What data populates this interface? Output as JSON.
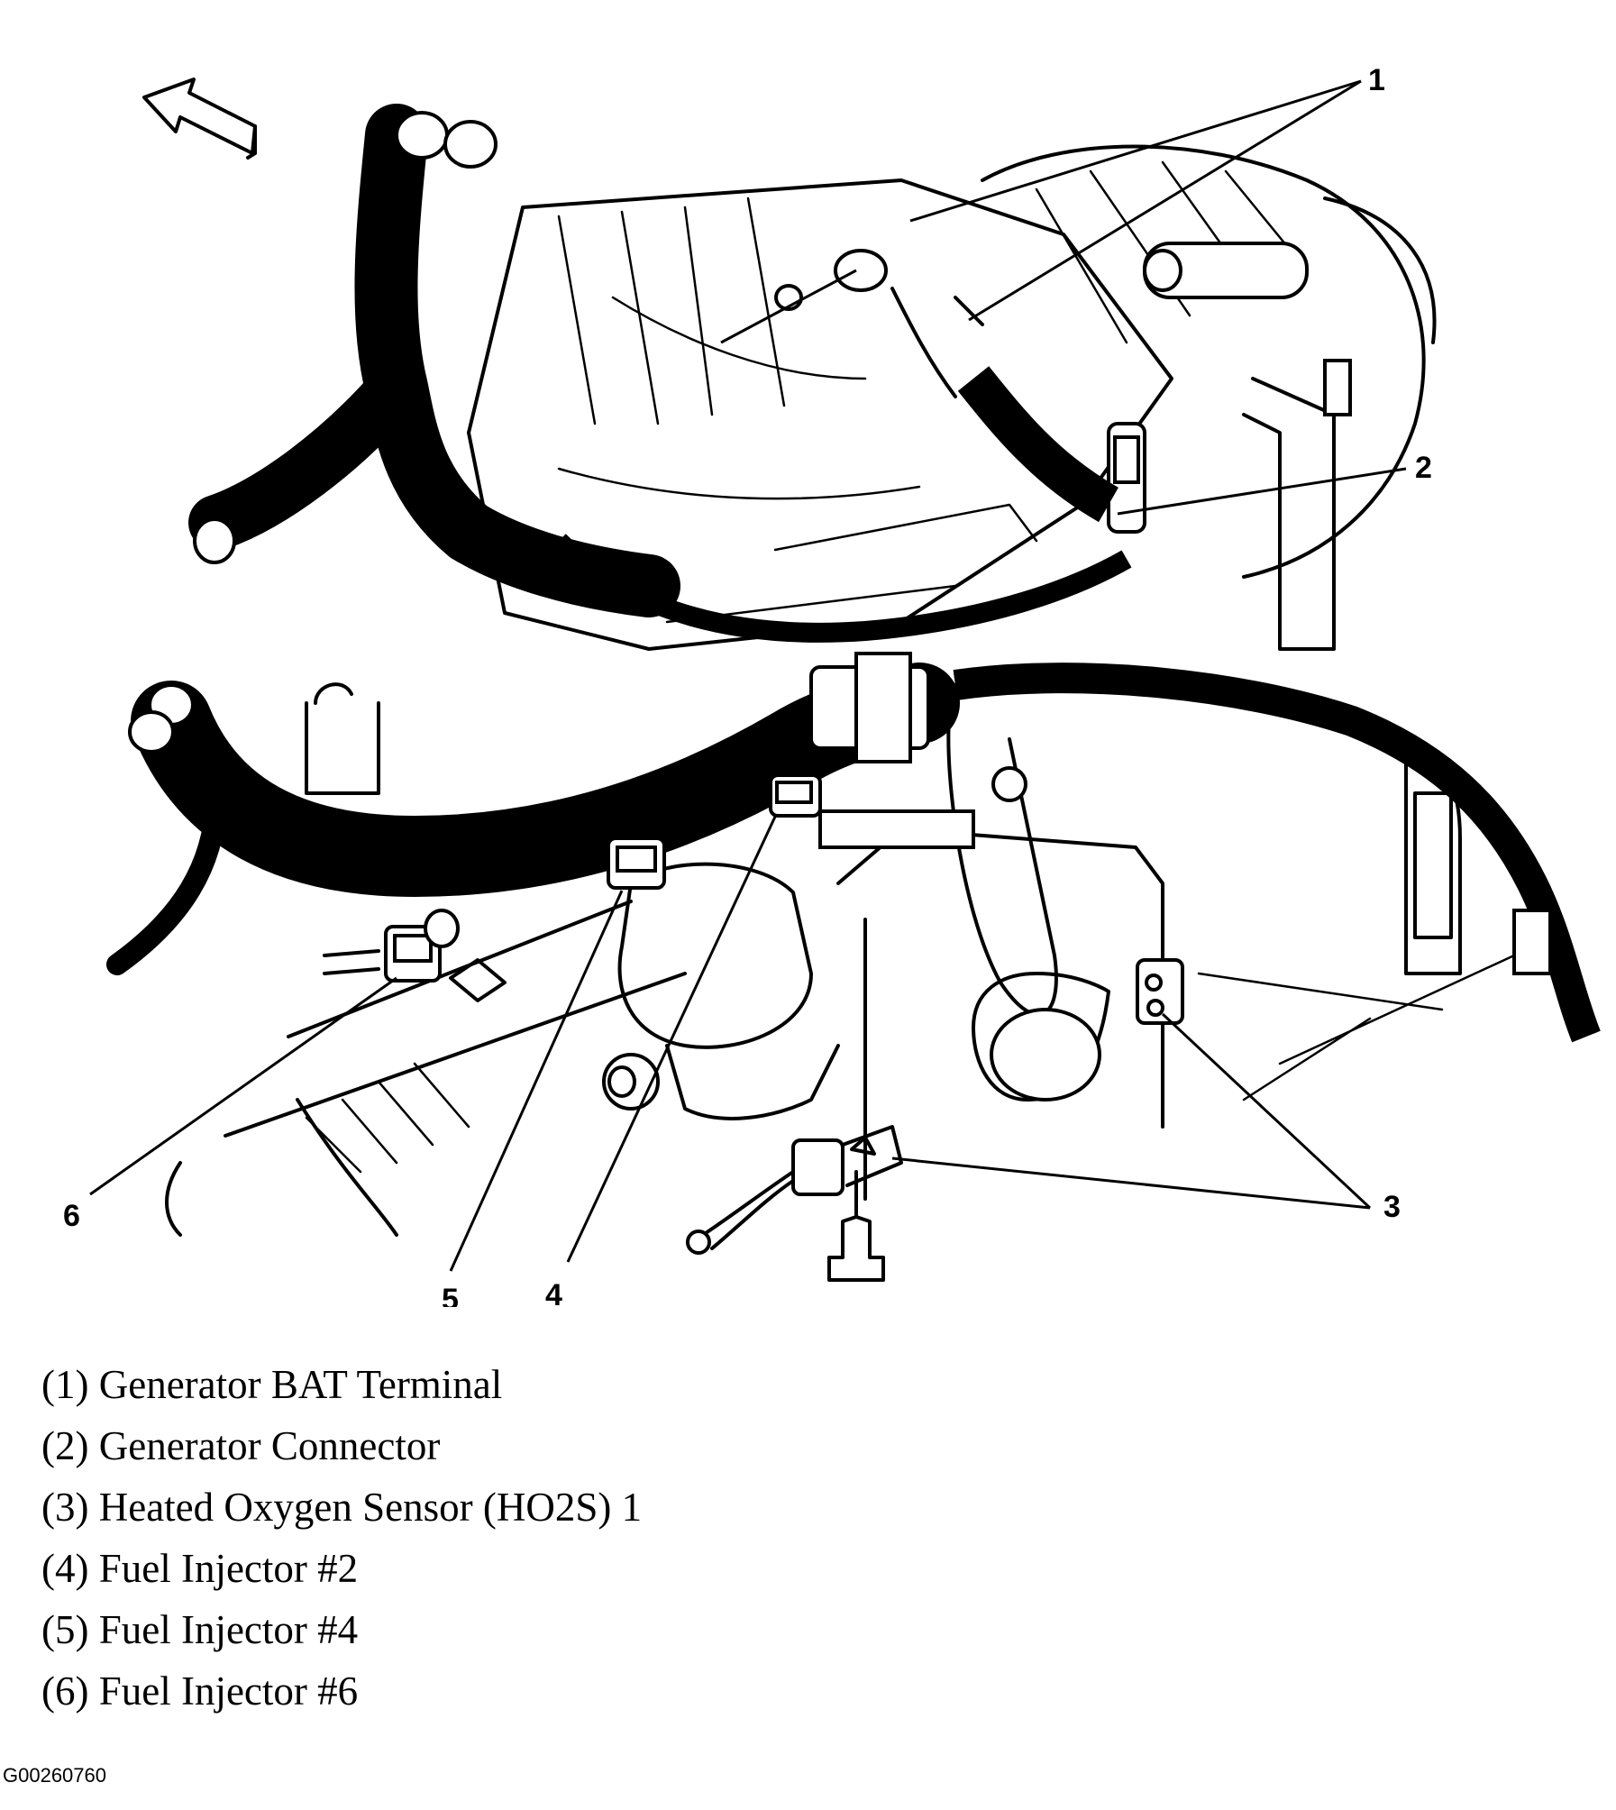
{
  "diagram": {
    "callouts": [
      "1",
      "2",
      "3",
      "4",
      "5",
      "6"
    ],
    "icons": [
      "orientation-arrow-icon"
    ]
  },
  "legend": [
    "(1) Generator BAT Terminal",
    "(2) Generator Connector",
    "(3) Heated Oxygen Sensor (HO2S) 1",
    "(4) Fuel Injector #2",
    "(5) Fuel Injector #4",
    "(6) Fuel Injector #6"
  ],
  "figure_id": "G00260760"
}
